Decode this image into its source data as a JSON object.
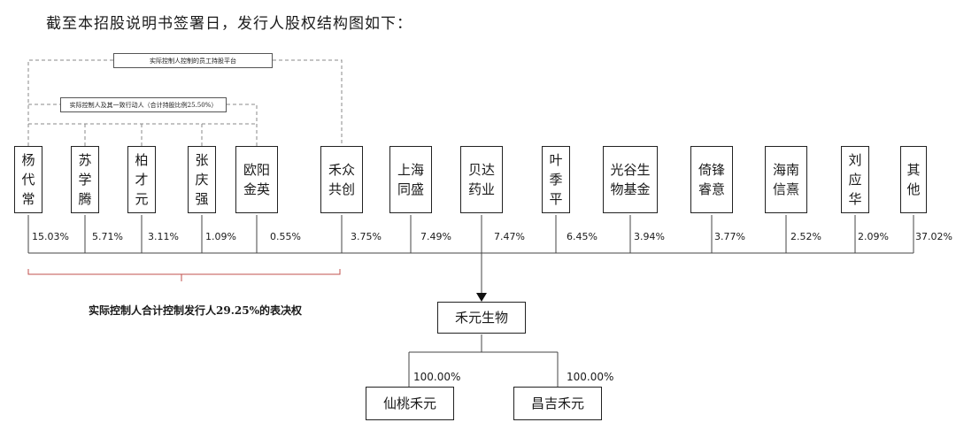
{
  "heading": "截至本招股说明书签署日，发行人股权结构图如下：",
  "platform_label": "实际控制人控制的员工持股平台",
  "concert_label": "实际控制人及其一致行动人（合计持股比例25.50%）",
  "shareholders": [
    {
      "name": "杨\n代\n常",
      "pct": "15.03%"
    },
    {
      "name": "苏\n学\n腾",
      "pct": "5.71%"
    },
    {
      "name": "柏\n才\n元",
      "pct": "3.11%"
    },
    {
      "name": "张\n庆\n强",
      "pct": "1.09%"
    },
    {
      "name": "欧阳\n金英",
      "pct": "0.55%"
    },
    {
      "name": "禾众\n共创",
      "pct": "3.75%"
    },
    {
      "name": "上海\n同盛",
      "pct": "7.49%"
    },
    {
      "name": "贝达\n药业",
      "pct": "7.47%"
    },
    {
      "name": "叶\n季\n平",
      "pct": "6.45%"
    },
    {
      "name": "光谷生\n物基金",
      "pct": "3.94%"
    },
    {
      "name": "倚锋\n睿意",
      "pct": "3.77%"
    },
    {
      "name": "海南\n信熹",
      "pct": "2.52%"
    },
    {
      "name": "刘\n应\n华",
      "pct": "2.09%"
    },
    {
      "name": "其\n他",
      "pct": "37.02%"
    }
  ],
  "control_note": "实际控制人合计控制发行人29.25%的表决权",
  "issuer": "禾元生物",
  "subsidiaries": [
    {
      "name": "仙桃禾元",
      "pct": "100.00%"
    },
    {
      "name": "昌吉禾元",
      "pct": "100.00%"
    }
  ],
  "colors": {
    "brace": "#c0504d",
    "line": "#333333",
    "dashed": "#888888"
  }
}
